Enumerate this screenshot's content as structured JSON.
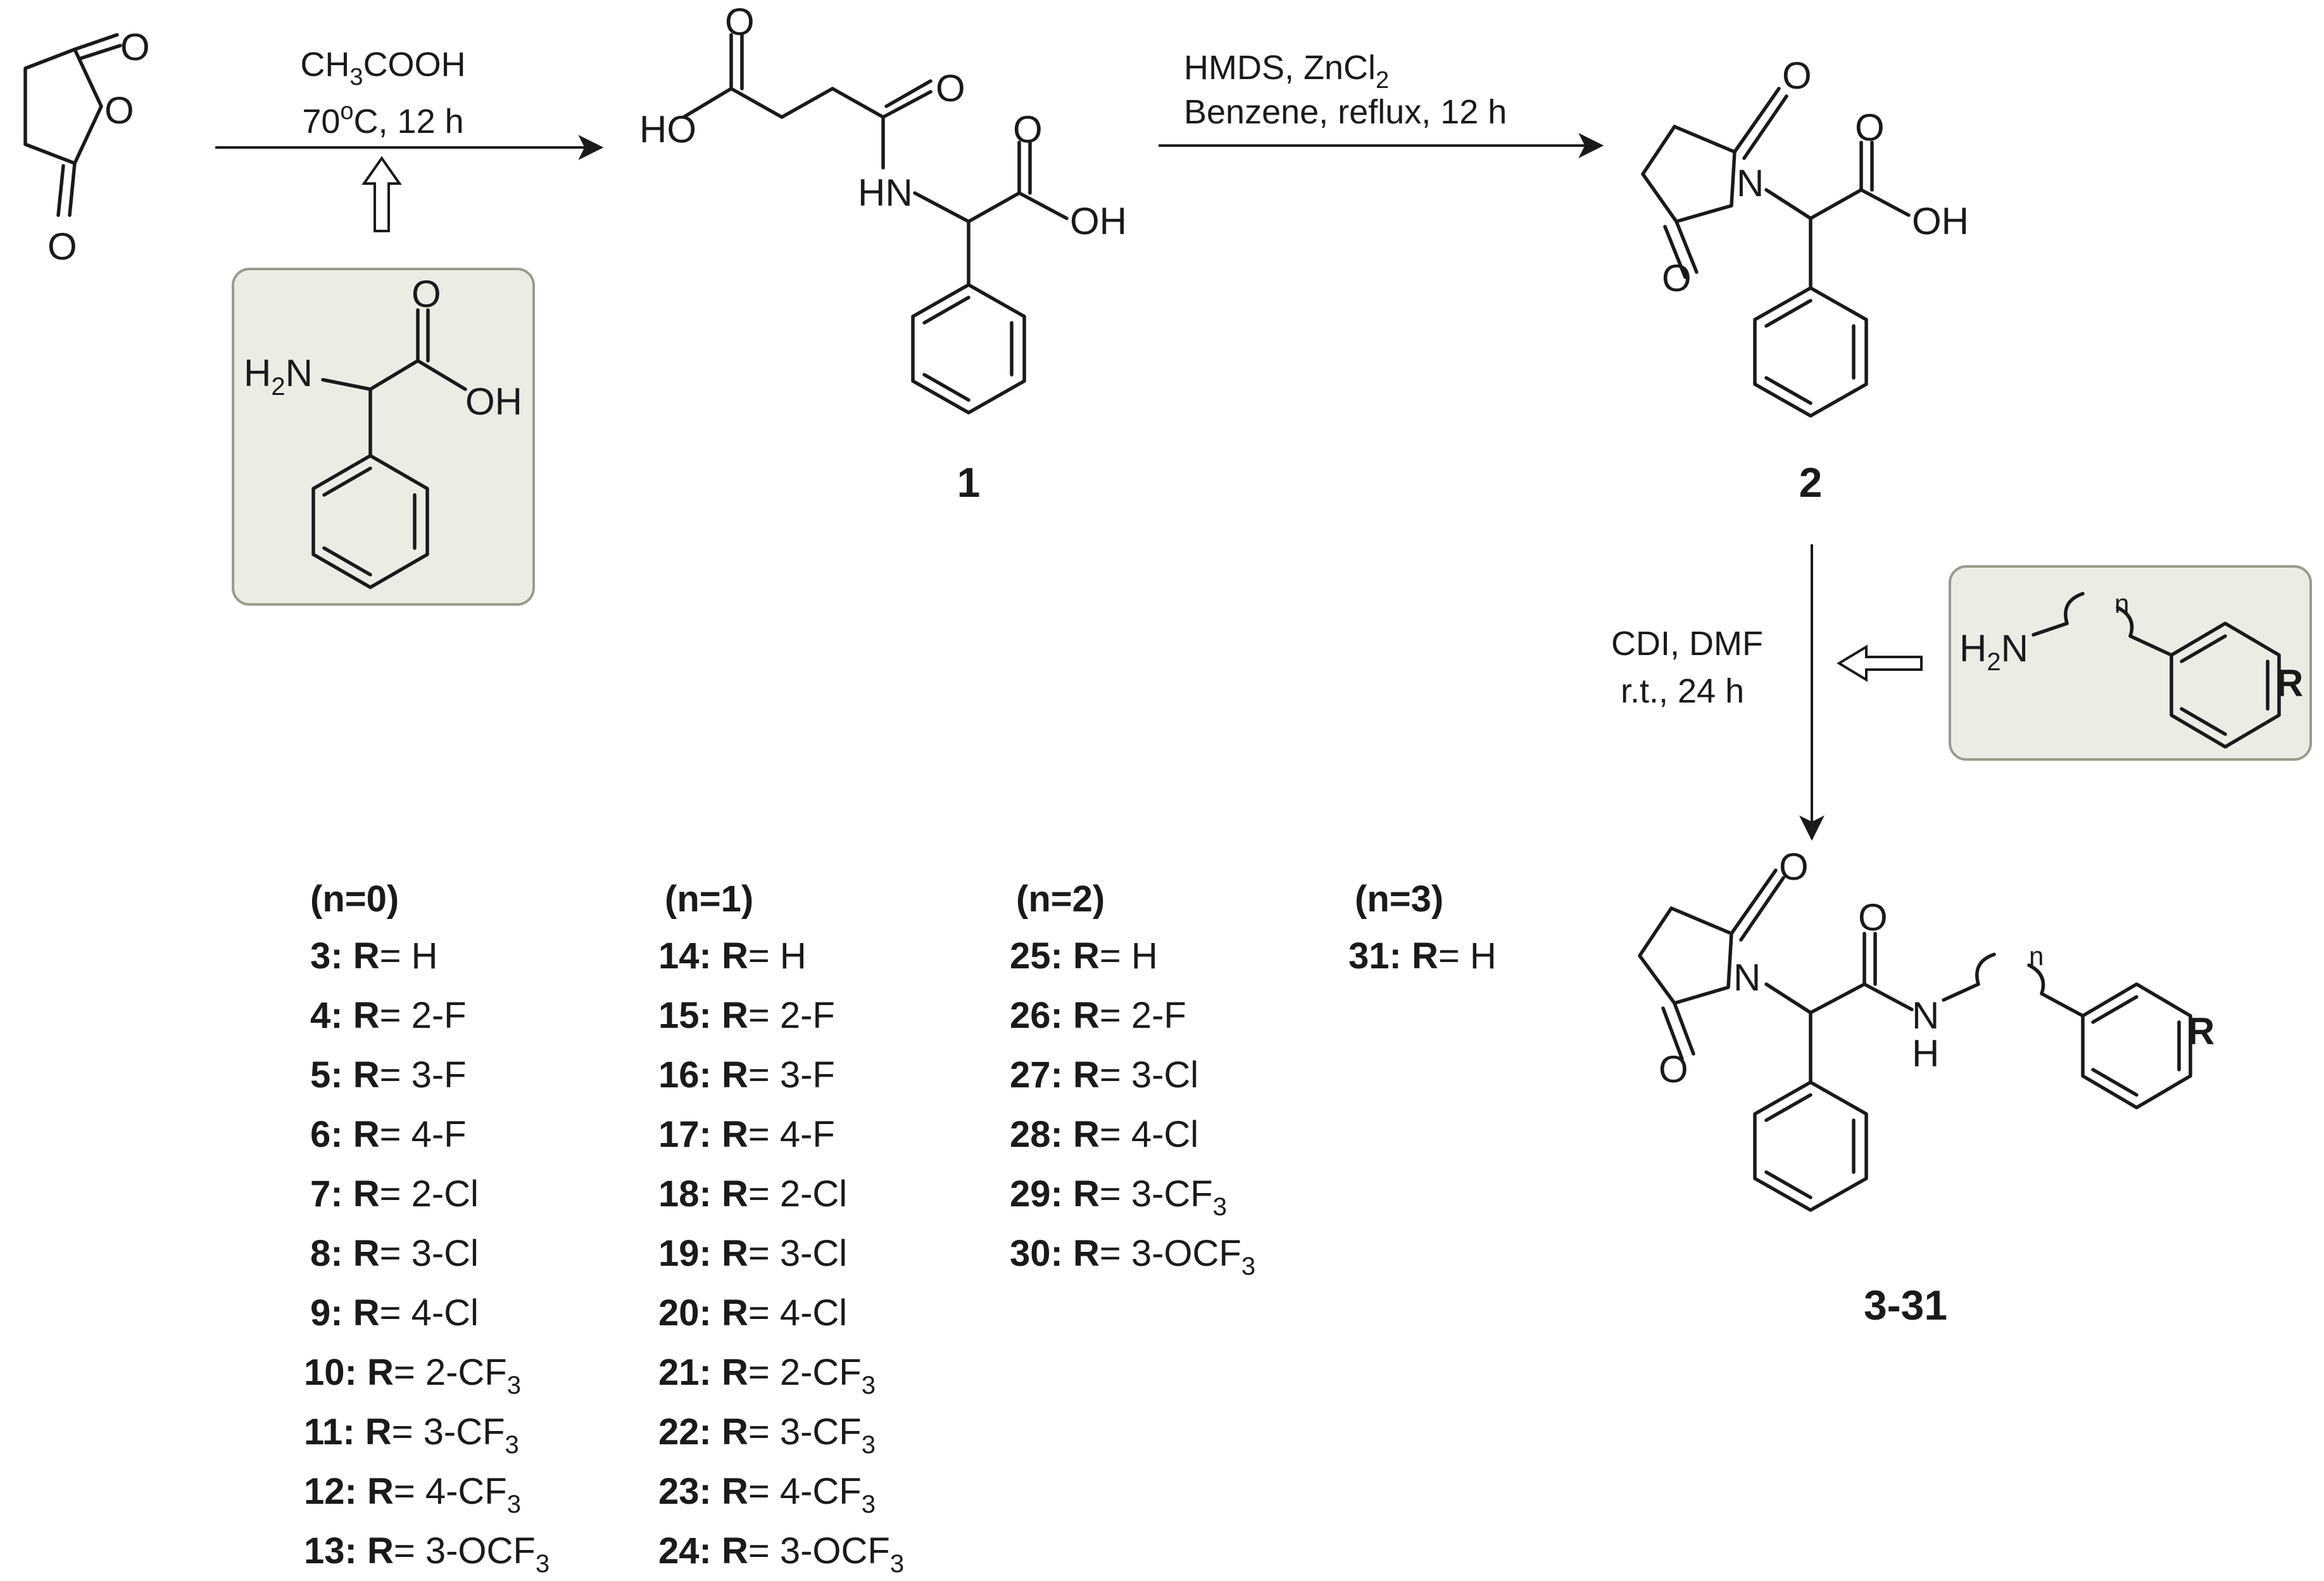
{
  "conditions": {
    "step1_line1": "CH3COOH",
    "step1_line2": "70oC, 12 h",
    "step2_line1": "HMDS, ZnCl2",
    "step2_line2": "Benzene, reflux, 12 h",
    "step3_line1": "CDI, DMF",
    "step3_line2": "r.t., 24 h"
  },
  "compound_labels": {
    "c1": "1",
    "c2": "2",
    "c3": "3-31"
  },
  "atoms": {
    "O": "O",
    "HO": "HO",
    "OH": "OH",
    "HN": "HN",
    "N": "N",
    "H": "H",
    "H2N": "H2N",
    "R": "R",
    "n": "n"
  },
  "groups": [
    {
      "header": "(n=0)",
      "items": [
        {
          "id": "3",
          "sub": "H"
        },
        {
          "id": "4",
          "sub": "2-F"
        },
        {
          "id": "5",
          "sub": "3-F"
        },
        {
          "id": "6",
          "sub": "4-F"
        },
        {
          "id": "7",
          "sub": "2-Cl"
        },
        {
          "id": "8",
          "sub": "3-Cl"
        },
        {
          "id": "9",
          "sub": "4-Cl"
        },
        {
          "id": "10",
          "sub": "2-CF3"
        },
        {
          "id": "11",
          "sub": "3-CF3"
        },
        {
          "id": "12",
          "sub": "4-CF3"
        },
        {
          "id": "13",
          "sub": "3-OCF3"
        }
      ]
    },
    {
      "header": "(n=1)",
      "items": [
        {
          "id": "14",
          "sub": "H"
        },
        {
          "id": "15",
          "sub": "2-F"
        },
        {
          "id": "16",
          "sub": "3-F"
        },
        {
          "id": "17",
          "sub": "4-F"
        },
        {
          "id": "18",
          "sub": "2-Cl"
        },
        {
          "id": "19",
          "sub": "3-Cl"
        },
        {
          "id": "20",
          "sub": "4-Cl"
        },
        {
          "id": "21",
          "sub": "2-CF3"
        },
        {
          "id": "22",
          "sub": "3-CF3"
        },
        {
          "id": "23",
          "sub": "4-CF3"
        },
        {
          "id": "24",
          "sub": "3-OCF3"
        }
      ]
    },
    {
      "header": "(n=2)",
      "items": [
        {
          "id": "25",
          "sub": "H"
        },
        {
          "id": "26",
          "sub": "2-F"
        },
        {
          "id": "27",
          "sub": "3-Cl"
        },
        {
          "id": "28",
          "sub": "4-Cl"
        },
        {
          "id": "29",
          "sub": "3-CF3"
        },
        {
          "id": "30",
          "sub": "3-OCF3"
        }
      ]
    },
    {
      "header": "(n=3)",
      "items": [
        {
          "id": "31",
          "sub": "H"
        }
      ]
    }
  ],
  "r_prefix": "R="
}
